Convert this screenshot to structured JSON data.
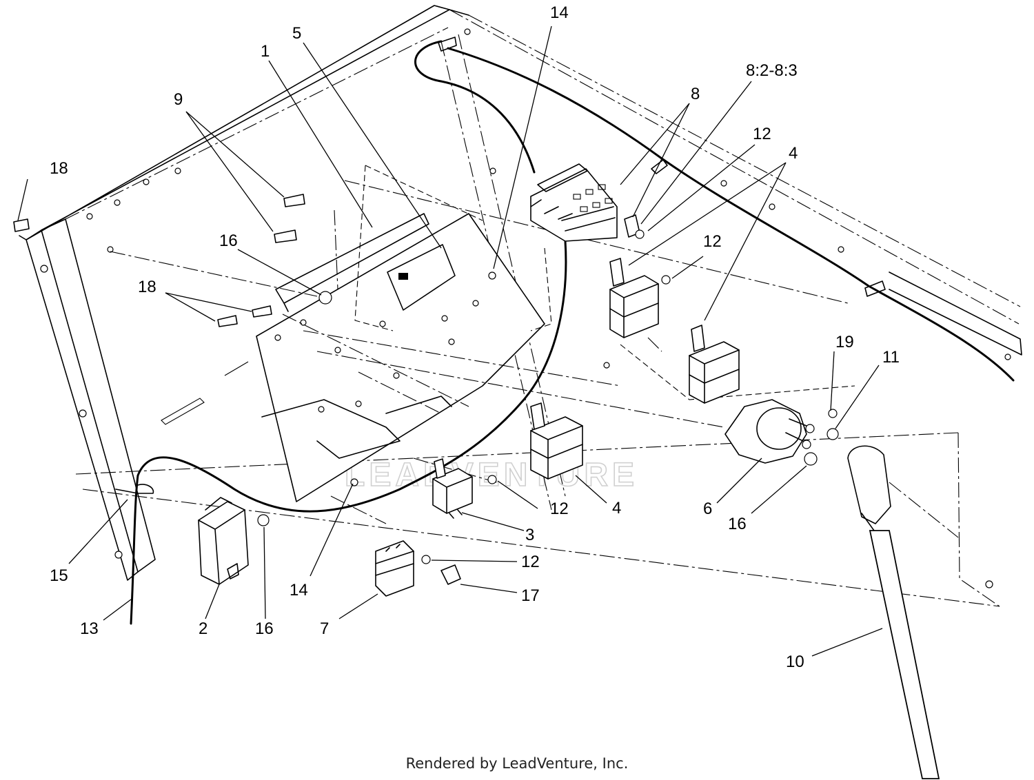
{
  "diagram": {
    "callouts": [
      {
        "id": "c1",
        "text": "1"
      },
      {
        "id": "c2",
        "text": "2"
      },
      {
        "id": "c3",
        "text": "3"
      },
      {
        "id": "c4a",
        "text": "4"
      },
      {
        "id": "c4b",
        "text": "4"
      },
      {
        "id": "c5",
        "text": "5"
      },
      {
        "id": "c6",
        "text": "6"
      },
      {
        "id": "c7",
        "text": "7"
      },
      {
        "id": "c8",
        "text": "8"
      },
      {
        "id": "c82",
        "text": "8:2-8:3"
      },
      {
        "id": "c9",
        "text": "9"
      },
      {
        "id": "c10",
        "text": "10"
      },
      {
        "id": "c11",
        "text": "11"
      },
      {
        "id": "c12a",
        "text": "12"
      },
      {
        "id": "c12b",
        "text": "12"
      },
      {
        "id": "c12c",
        "text": "12"
      },
      {
        "id": "c12d",
        "text": "12"
      },
      {
        "id": "c13",
        "text": "13"
      },
      {
        "id": "c14a",
        "text": "14"
      },
      {
        "id": "c14b",
        "text": "14"
      },
      {
        "id": "c15",
        "text": "15"
      },
      {
        "id": "c16a",
        "text": "16"
      },
      {
        "id": "c16b",
        "text": "16"
      },
      {
        "id": "c16c",
        "text": "16"
      },
      {
        "id": "c17",
        "text": "17"
      },
      {
        "id": "c18a",
        "text": "18"
      },
      {
        "id": "c18b",
        "text": "18"
      },
      {
        "id": "c19",
        "text": "19"
      }
    ],
    "watermark": "LEADVENTURE",
    "credit": "Rendered by LeadVenture, Inc."
  }
}
